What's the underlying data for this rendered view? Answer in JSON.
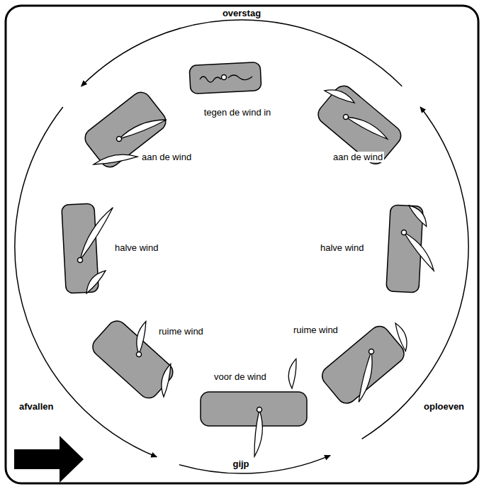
{
  "diagram": {
    "labels": [
      "overstag",
      "tegen de wind in",
      "aan de wind",
      "aan de wind",
      "halve wind",
      "halve wind",
      "ruime wind",
      "ruime wind",
      "voor de wind",
      "afvallen",
      "gijp",
      "oploeven"
    ]
  }
}
